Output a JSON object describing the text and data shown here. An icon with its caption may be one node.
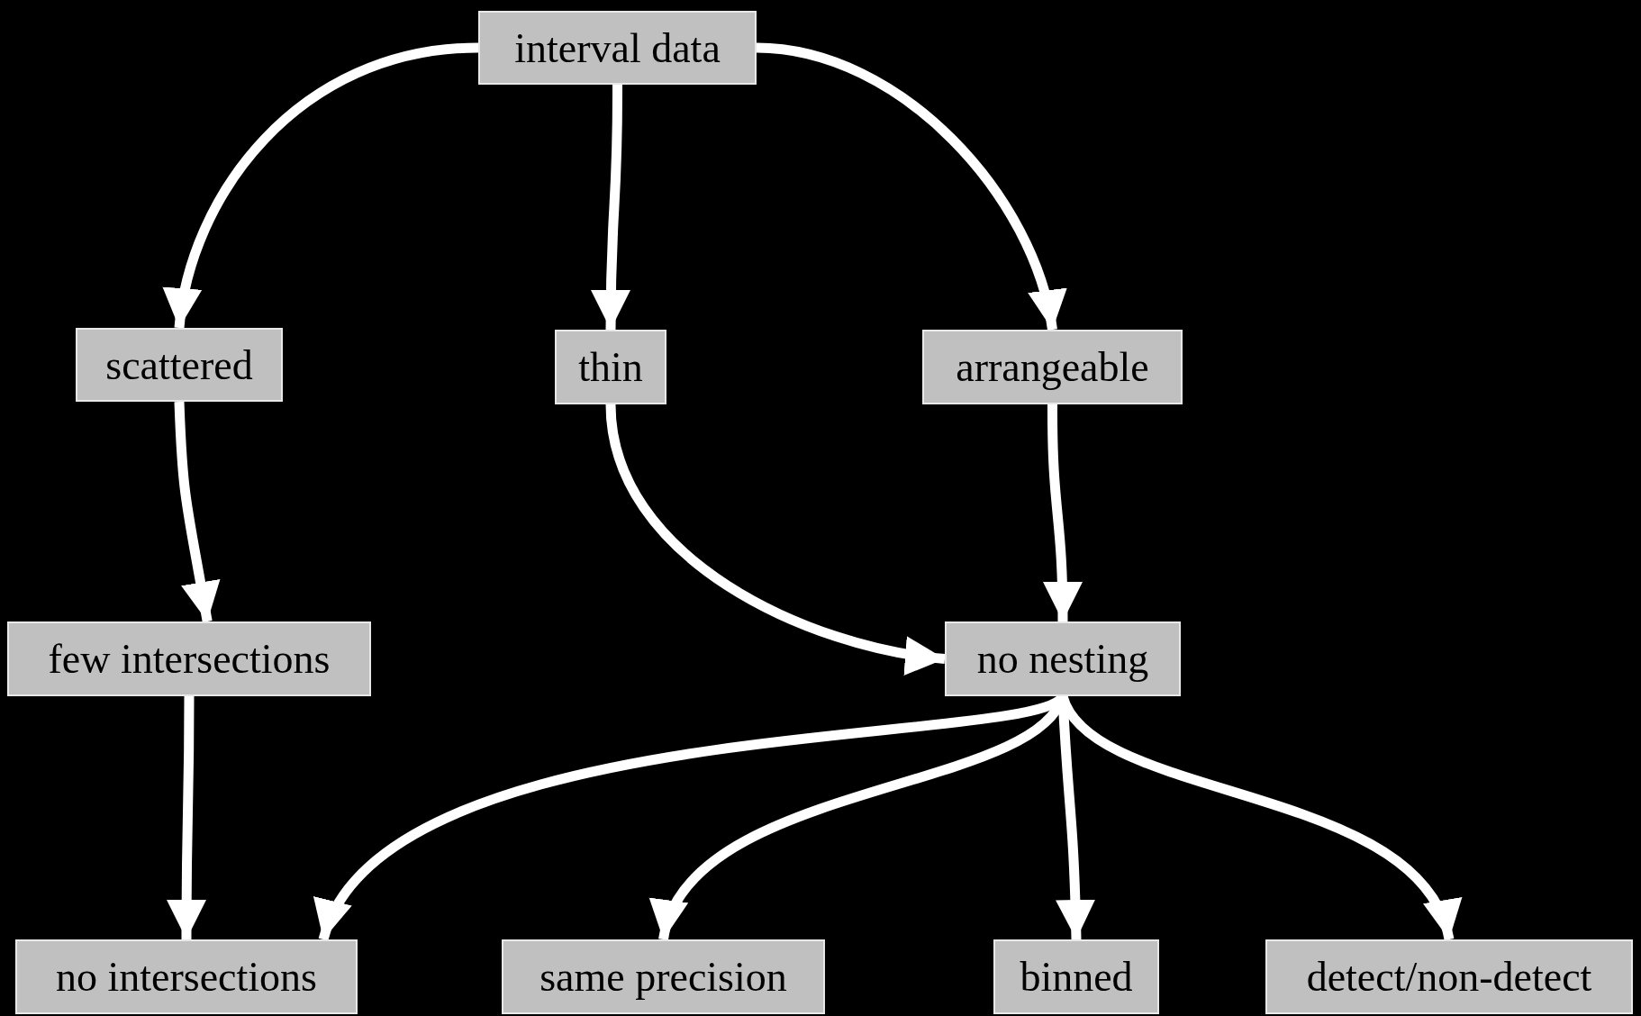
{
  "diagram": {
    "nodes": [
      {
        "text": [
          "interval data"
        ]
      },
      {
        "text": [
          "scattered"
        ]
      },
      {
        "text": [
          "thin"
        ]
      },
      {
        "text": [
          "arrangeable"
        ]
      },
      {
        "text": [
          "few intersections"
        ]
      },
      {
        "text": [
          "no nesting"
        ]
      },
      {
        "text": [
          "no intersections"
        ]
      },
      {
        "text": [
          "same precision"
        ]
      },
      {
        "text": [
          "binned"
        ]
      },
      {
        "text": [
          "detect/non-detect"
        ]
      }
    ],
    "edges": [
      {
        "from": 0,
        "to": 1,
        "arrow": "to"
      },
      {
        "from": 0,
        "to": 2,
        "arrow": "to"
      },
      {
        "from": 0,
        "to": 3,
        "arrow": "to"
      },
      {
        "from": 1,
        "to": 4,
        "arrow": "to"
      },
      {
        "from": 2,
        "to": 5,
        "arrow": "to"
      },
      {
        "from": 3,
        "to": 5,
        "arrow": "to"
      },
      {
        "from": 4,
        "to": 6,
        "arrow": "to"
      },
      {
        "from": 5,
        "to": 6,
        "arrow": "to"
      },
      {
        "from": 5,
        "to": 7,
        "arrow": "to"
      },
      {
        "from": 5,
        "to": 8,
        "arrow": "to"
      },
      {
        "from": 5,
        "to": 9,
        "arrow": "to"
      }
    ]
  }
}
